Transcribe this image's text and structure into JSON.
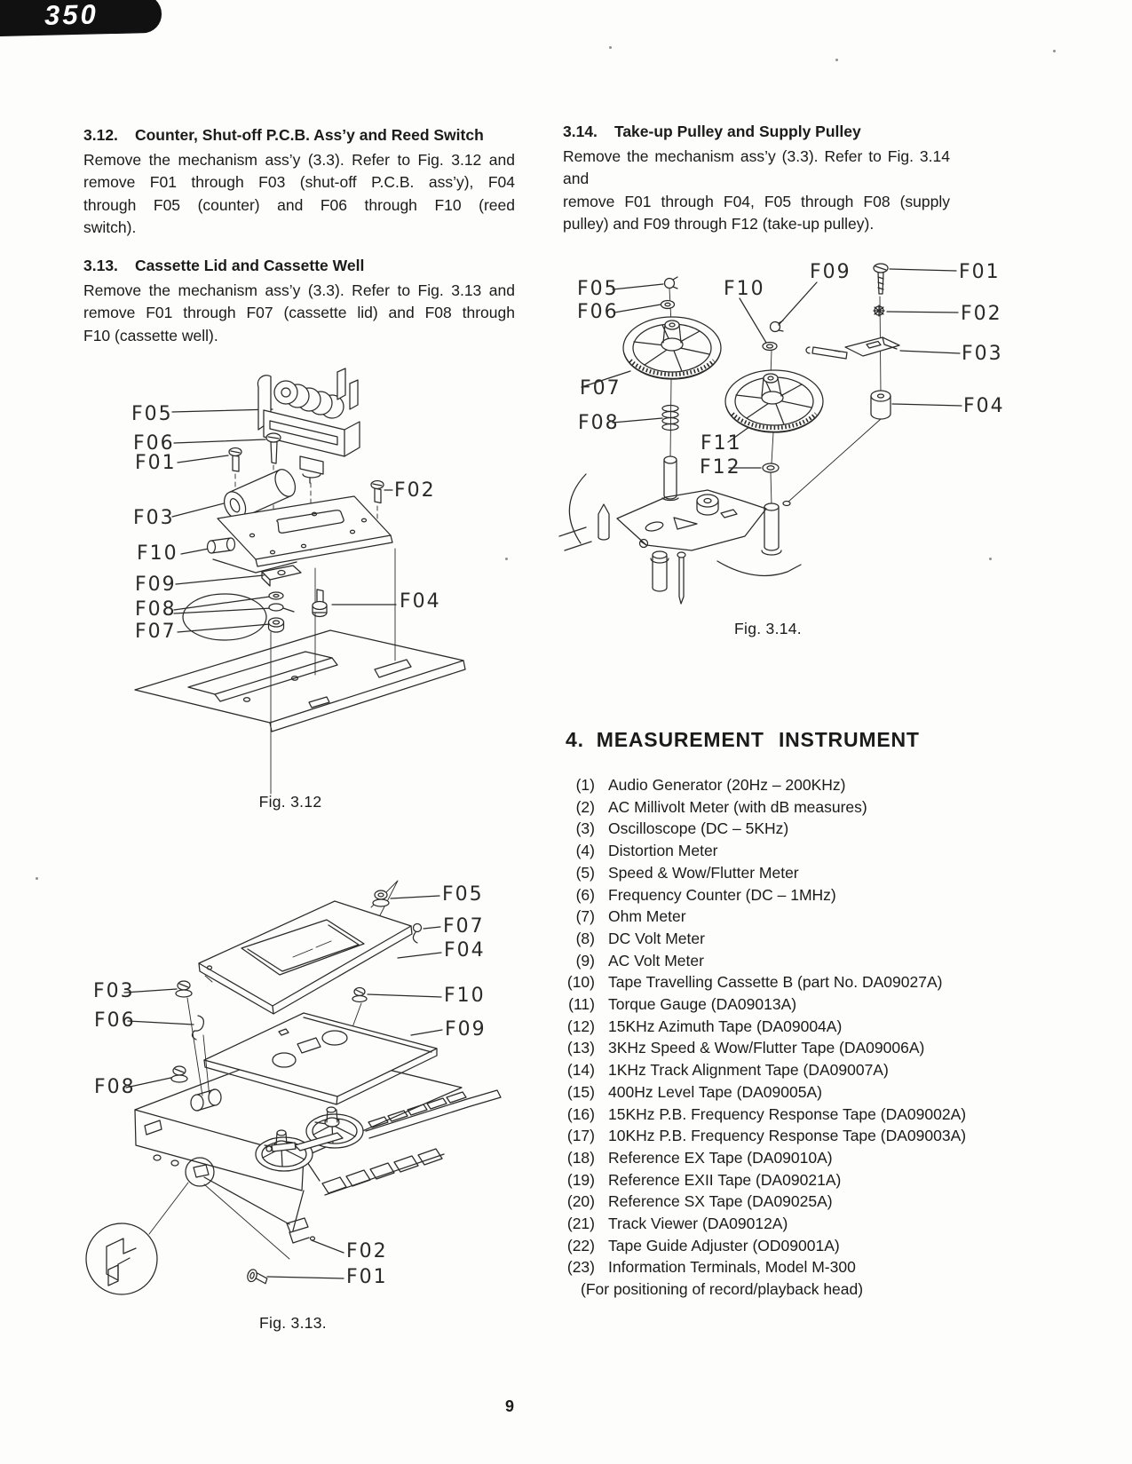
{
  "page": {
    "badge": "350",
    "page_number": "9"
  },
  "sections": {
    "s312": {
      "number": "3.12.",
      "title": "Counter, Shut-off P.C.B. Ass’y and Reed Switch",
      "lines": [
        "Remove the mechanism ass’y (3.3). Refer to Fig. 3.12 and",
        "remove F01 through F03 (shut-off P.C.B. ass’y), F04",
        "through F05 (counter) and F06 through F10 (reed",
        "switch)."
      ]
    },
    "s313": {
      "number": "3.13.",
      "title": "Cassette Lid and Cassette Well",
      "lines": [
        "Remove the mechanism ass’y (3.3). Refer to Fig. 3.13 and",
        "remove F01 through F07 (cassette lid) and F08 through",
        "F10 (cassette well)."
      ]
    },
    "s314": {
      "number": "3.14.",
      "title": "Take-up Pulley and Supply Pulley",
      "lines": [
        "Remove the mechanism ass’y (3.3). Refer to Fig. 3.14 and",
        "remove F01 through F04, F05 through F08 (supply",
        "pulley) and F09 through F12 (take-up pulley)."
      ]
    }
  },
  "measurement": {
    "number": "4.",
    "title": "MEASUREMENT INSTRUMENT",
    "items": [
      {
        "num": "(1)",
        "text": "Audio Generator (20Hz – 200KHz)"
      },
      {
        "num": "(2)",
        "text": "AC Millivolt Meter (with dB measures)"
      },
      {
        "num": "(3)",
        "text": "Oscilloscope (DC – 5KHz)"
      },
      {
        "num": "(4)",
        "text": "Distortion Meter"
      },
      {
        "num": "(5)",
        "text": "Speed & Wow/Flutter Meter"
      },
      {
        "num": "(6)",
        "text": "Frequency Counter (DC – 1MHz)"
      },
      {
        "num": "(7)",
        "text": "Ohm Meter"
      },
      {
        "num": "(8)",
        "text": "DC Volt Meter"
      },
      {
        "num": "(9)",
        "text": "AC Volt Meter"
      },
      {
        "num": "(10)",
        "text": "Tape Travelling Cassette B (part No. DA09027A)"
      },
      {
        "num": "(11)",
        "text": "Torque Gauge (DA09013A)"
      },
      {
        "num": "(12)",
        "text": "15KHz Azimuth Tape (DA09004A)"
      },
      {
        "num": "(13)",
        "text": "3KHz Speed & Wow/Flutter Tape (DA09006A)"
      },
      {
        "num": "(14)",
        "text": "1KHz Track Alignment Tape (DA09007A)"
      },
      {
        "num": "(15)",
        "text": "400Hz Level Tape (DA09005A)"
      },
      {
        "num": "(16)",
        "text": "15KHz P.B. Frequency Response Tape (DA09002A)"
      },
      {
        "num": "(17)",
        "text": "10KHz P.B. Frequency Response Tape (DA09003A)"
      },
      {
        "num": "(18)",
        "text": "Reference EX Tape (DA09010A)"
      },
      {
        "num": "(19)",
        "text": "Reference EXII Tape (DA09021A)"
      },
      {
        "num": "(20)",
        "text": "Reference SX Tape (DA09025A)"
      },
      {
        "num": "(21)",
        "text": "Track Viewer (DA09012A)"
      },
      {
        "num": "(22)",
        "text": "Tape Guide Adjuster (OD09001A)"
      },
      {
        "num": "(23)",
        "text": "Information Terminals, Model M-300"
      }
    ],
    "continuation": "(For positioning of record/playback head)"
  },
  "figures": {
    "fig312": {
      "caption": "Fig. 3.12",
      "labels": [
        "F05",
        "F06",
        "F01",
        "F02",
        "F03",
        "F10",
        "F09",
        "F08",
        "F07",
        "F04"
      ]
    },
    "fig313": {
      "caption": "Fig. 3.13.",
      "labels": [
        "F05",
        "F07",
        "F04",
        "F03",
        "F10",
        "F06",
        "F09",
        "F08",
        "F02",
        "F01"
      ]
    },
    "fig314": {
      "caption": "Fig. 3.14.",
      "labels": [
        "F05",
        "F06",
        "F10",
        "F09",
        "F01",
        "F02",
        "F03",
        "F07",
        "F08",
        "F04",
        "F11",
        "F12"
      ]
    }
  }
}
